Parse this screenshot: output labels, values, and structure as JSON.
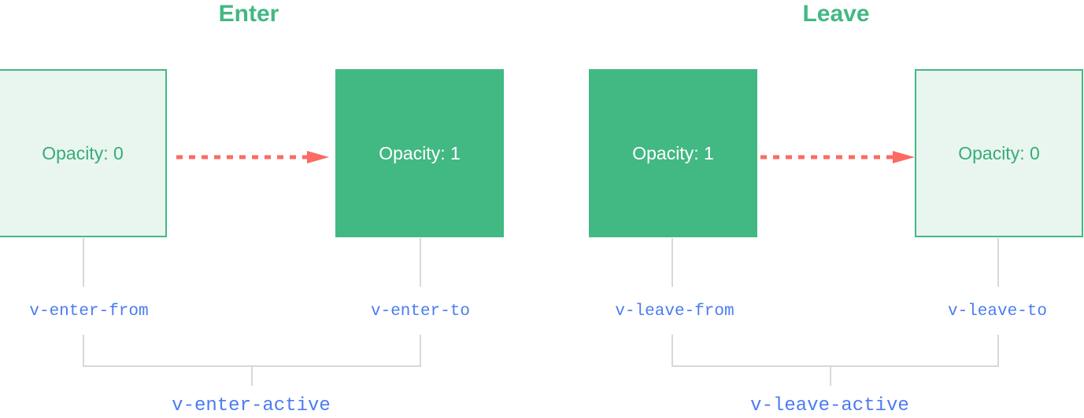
{
  "diagram": {
    "type": "transition-lifecycle-diagram",
    "background_color": "#ffffff",
    "colors": {
      "accent_green": "#42b883",
      "faded_green_fill": "#e9f6ef",
      "label_blue": "#4c7cf0",
      "arrow_red": "#fb6b63",
      "bracket_gray": "#d8d8d8",
      "solid_box_text": "#ffffff"
    },
    "sections": [
      {
        "id": "enter",
        "title": "Enter",
        "from_box": {
          "label": "Opacity: 0",
          "style": "faded",
          "class_name": "v-enter-from"
        },
        "to_box": {
          "label": "Opacity: 1",
          "style": "solid",
          "class_name": "v-enter-to"
        },
        "arrow": {
          "name": "dashed-arrow-right",
          "direction": "right",
          "style": "dashed"
        },
        "active_class": "v-enter-active"
      },
      {
        "id": "leave",
        "title": "Leave",
        "from_box": {
          "label": "Opacity: 1",
          "style": "solid",
          "class_name": "v-leave-from"
        },
        "to_box": {
          "label": "Opacity: 0",
          "style": "faded",
          "class_name": "v-leave-to"
        },
        "arrow": {
          "name": "dashed-arrow-right",
          "direction": "right",
          "style": "dashed"
        },
        "active_class": "v-leave-active"
      }
    ]
  }
}
